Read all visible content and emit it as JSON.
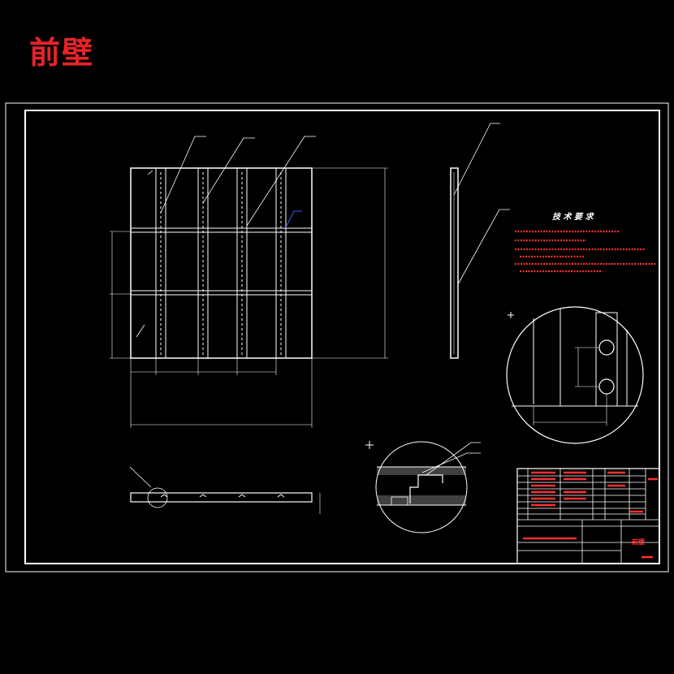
{
  "title": "前壁",
  "technical_requirements": {
    "heading": "技 术 要 求"
  },
  "title_block": {
    "drawing_name": "前壁"
  },
  "colors": {
    "title": "#e8232a",
    "lines": "#ffffff",
    "annotation": "#ff3030",
    "leader_blue": "#3a5cff",
    "background": "#000000"
  }
}
